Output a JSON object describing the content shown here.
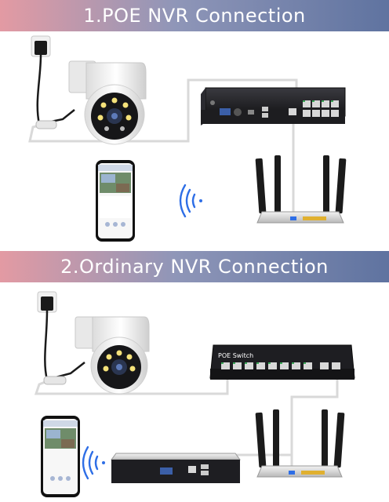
{
  "titles": {
    "section1": "1.POE NVR Connection",
    "section2": "2.Ordinary NVR Connection"
  },
  "labels": {
    "poe_switch": "POE Switch"
  },
  "colors": {
    "banner_left": "#e39aa3",
    "banner_right": "#5f73a0",
    "device_dark": "#1e1e22",
    "port_green": "#3aa857",
    "port_yellow": "#e0b030",
    "cable": "#d9d9d9"
  },
  "icons": {
    "wifi": "wifi-icon"
  }
}
